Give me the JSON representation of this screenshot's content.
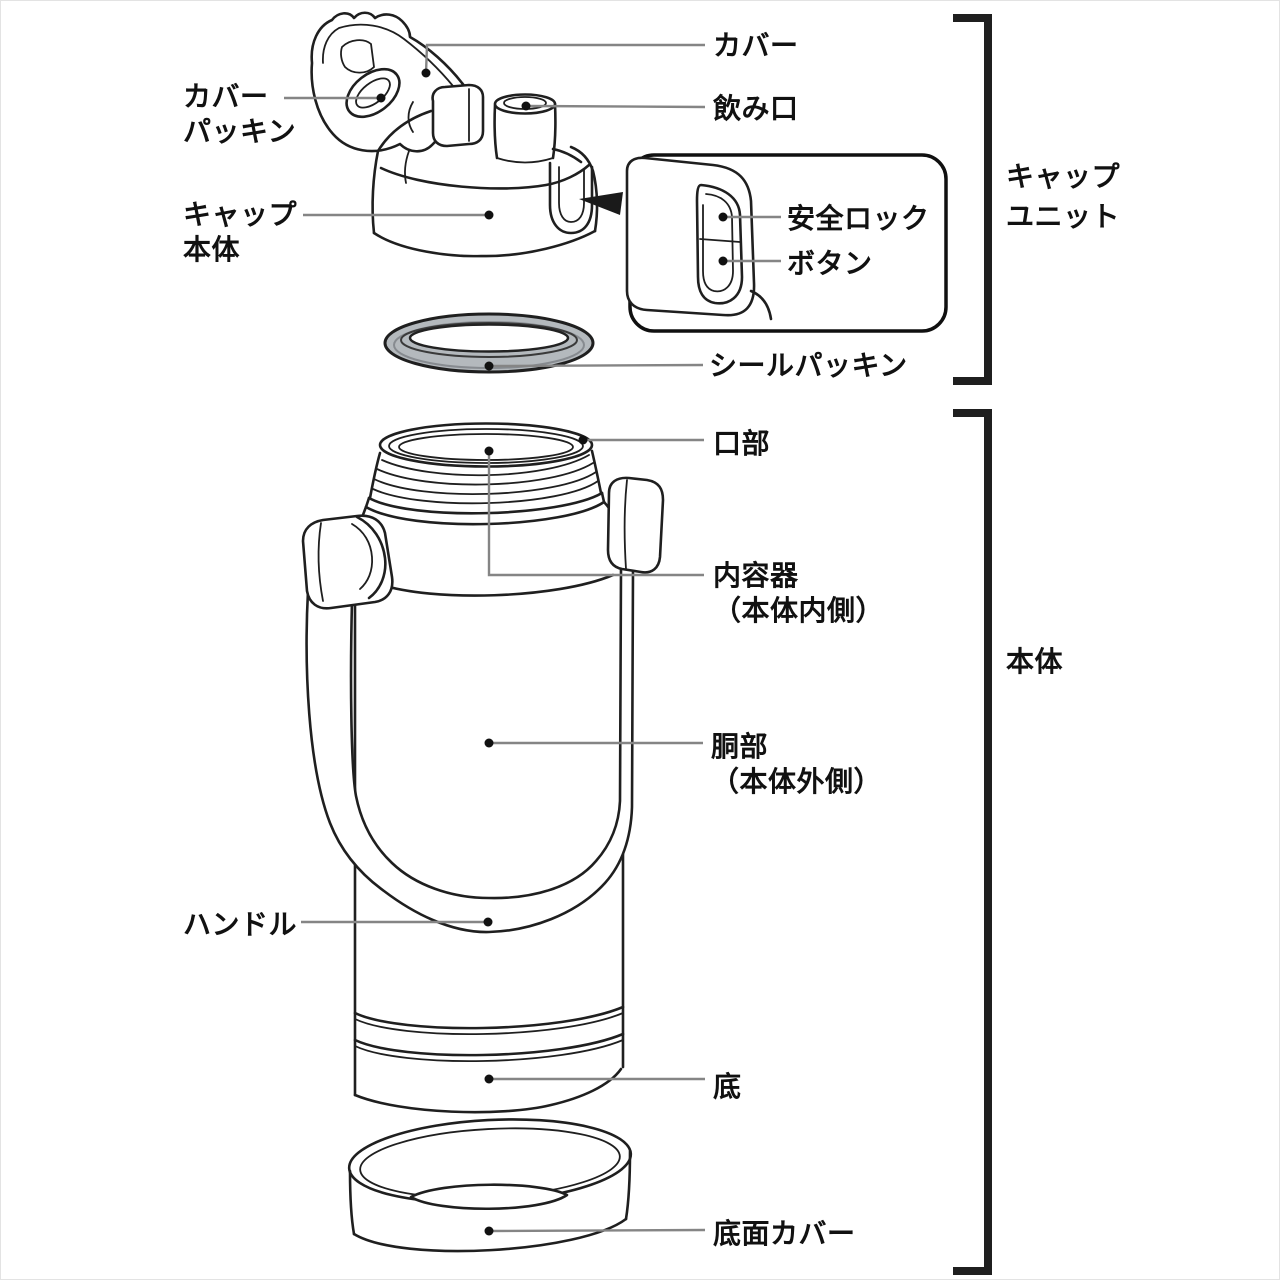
{
  "diagram": {
    "background": "#ffffff",
    "colors": {
      "line": "#1f1f1f",
      "leader_line": "#858585",
      "leader_dot": "#111111",
      "packing_fill": "#b4b9bd",
      "pointer_fill": "#1a1a1a",
      "text": "#111111"
    },
    "parts": {
      "cover": {
        "label": "カバー"
      },
      "drinking_spout": {
        "label": "飲み口"
      },
      "cover_packing": {
        "line1": "カバー",
        "line2": "パッキン"
      },
      "cap_body": {
        "line1": "キャップ",
        "line2": "本体"
      },
      "safety_lock": {
        "label": "安全ロック"
      },
      "button": {
        "label": "ボタン"
      },
      "seal_packing": {
        "label": "シールパッキン"
      },
      "mouth": {
        "label": "口部"
      },
      "inner_container": {
        "line1": "内容器",
        "line2": "（本体内側）"
      },
      "outer_body": {
        "line1": "胴部",
        "line2": "（本体外側）"
      },
      "handle": {
        "label": "ハンドル"
      },
      "bottom": {
        "label": "底"
      },
      "bottom_cover": {
        "label": "底面カバー"
      }
    },
    "groups": {
      "cap_unit": {
        "line1": "キャップ",
        "line2": "ユニット"
      },
      "main_body": {
        "label": "本体"
      }
    }
  }
}
